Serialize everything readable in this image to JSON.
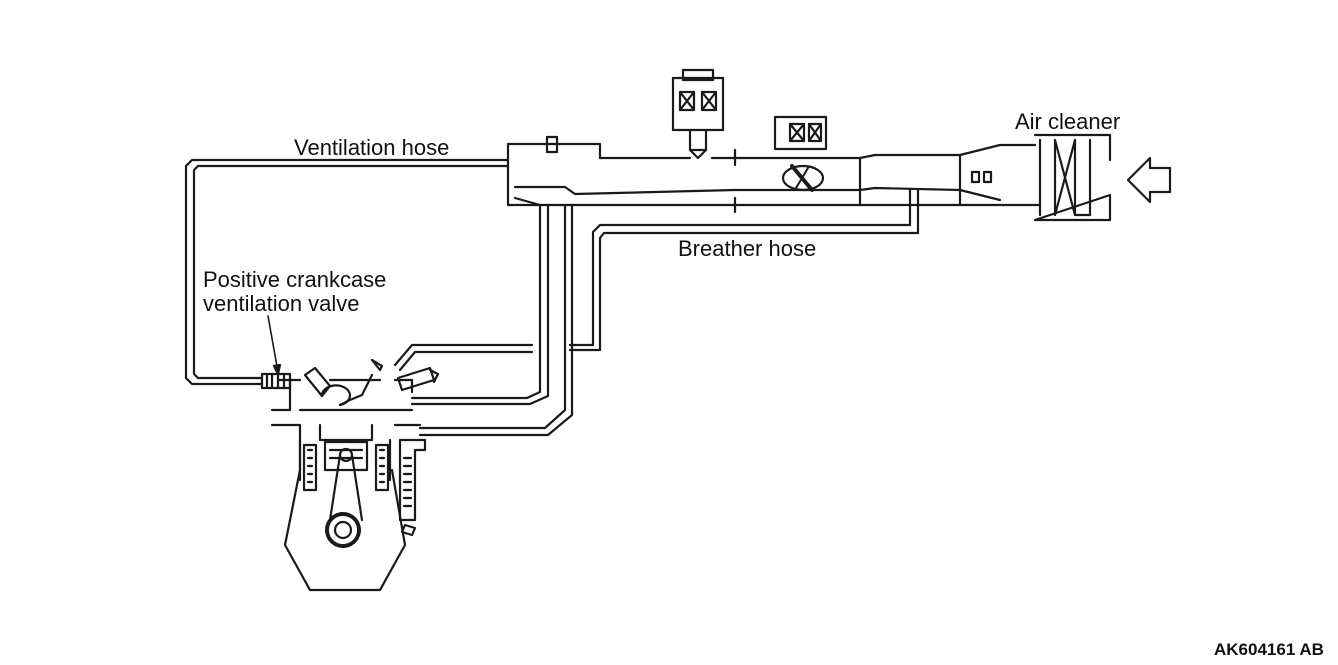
{
  "labels": {
    "ventilation_hose": "Ventilation hose",
    "breather_hose": "Breather hose",
    "pcv_valve_line1": "Positive crankcase",
    "pcv_valve_line2": "ventilation valve",
    "air_cleaner": "Air cleaner",
    "figure_code": "AK604161 AB"
  },
  "colors": {
    "line": "#1a1a1a",
    "background": "#ffffff"
  }
}
